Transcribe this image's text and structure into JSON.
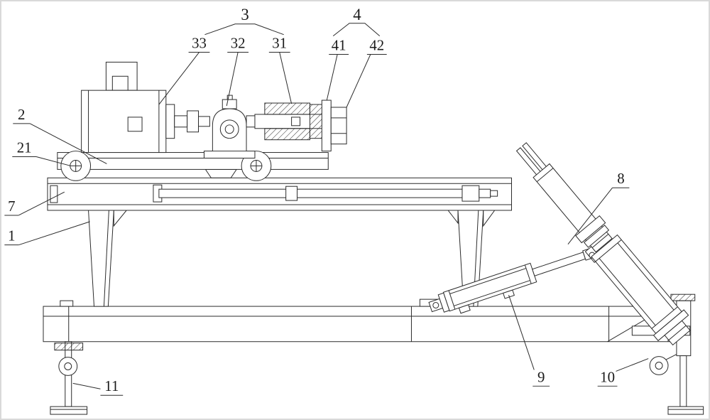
{
  "colors": {
    "background": "#ffffff",
    "line": "#2b2b2b",
    "label_text": "#1a1a1a",
    "border": "#d9d9d9"
  },
  "labels": {
    "group3": "3",
    "group4": "4",
    "part1": "1",
    "part2": "2",
    "part7": "7",
    "part8": "8",
    "part9": "9",
    "part10": "10",
    "part11": "11",
    "part21": "21",
    "part31": "31",
    "part32": "32",
    "part33": "33",
    "part41": "41",
    "part42": "42"
  }
}
